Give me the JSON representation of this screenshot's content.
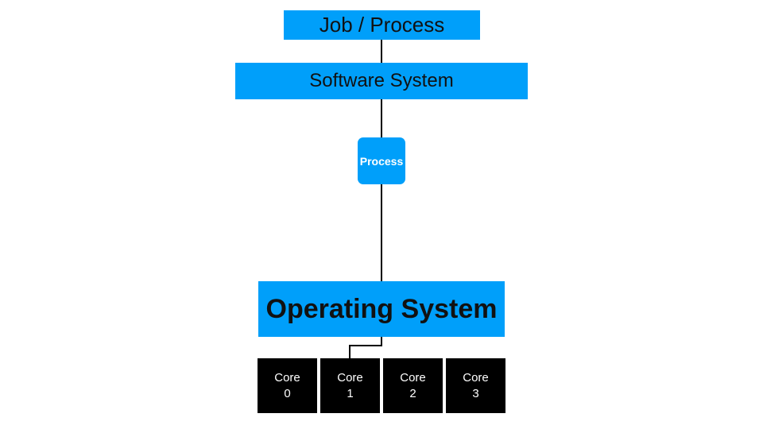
{
  "diagram": {
    "job_label": "Job / Process",
    "software_label": "Software System",
    "process_label": "Process",
    "os_label": "Operating System",
    "cores": [
      {
        "label": "Core",
        "number": "0"
      },
      {
        "label": "Core",
        "number": "1"
      },
      {
        "label": "Core",
        "number": "2"
      },
      {
        "label": "Core",
        "number": "3"
      }
    ],
    "colors": {
      "box_blue": "#009ffa",
      "core_black": "#000000",
      "connector": "#000000"
    }
  }
}
